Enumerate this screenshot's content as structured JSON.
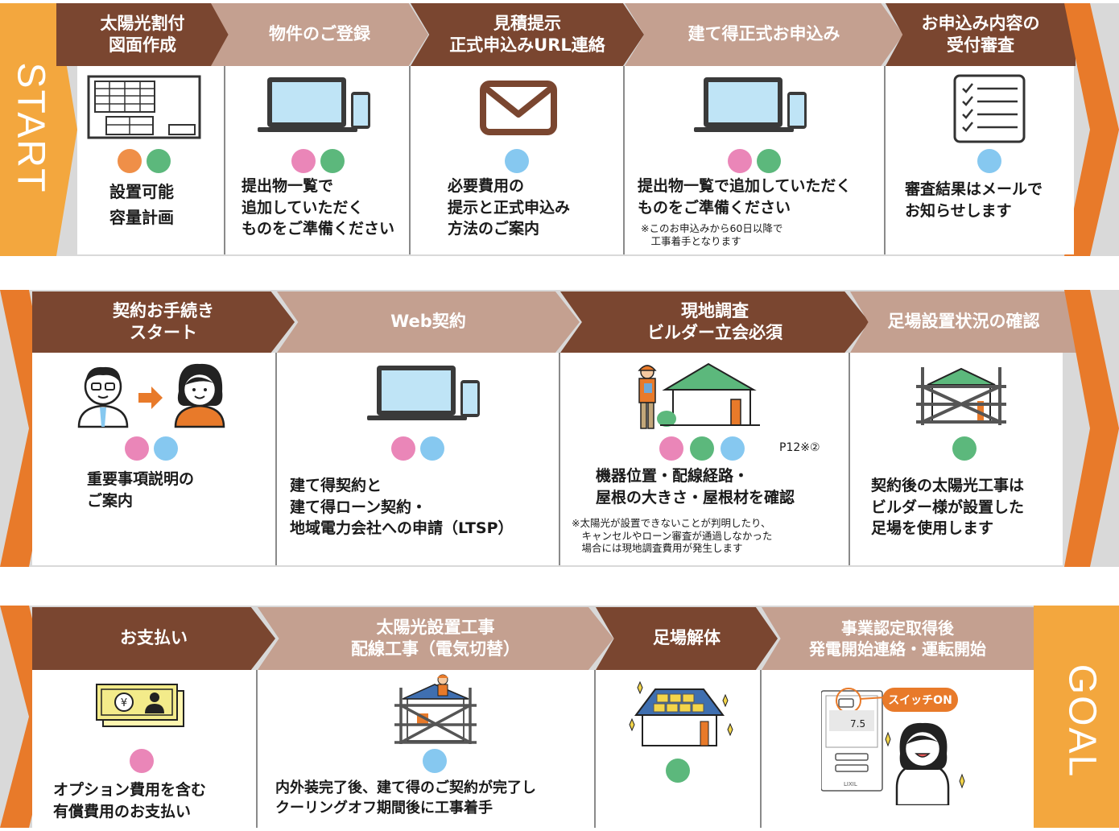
{
  "colors": {
    "orange": "#e87a2a",
    "dark_brown": "#7a4630",
    "light_brown": "#c4a090",
    "pink": "#ea86b8",
    "green": "#5cb87c",
    "blue": "#86c8f0",
    "dot_orange": "#ef8f48"
  },
  "start_label": "START",
  "goal_label": "GOAL",
  "row1": [
    {
      "title": [
        "太陽光割付",
        "図面作成"
      ],
      "icon": "floor-plan-icon",
      "dots": [
        "orange",
        "green"
      ],
      "body": [
        "設置可能",
        "容量計画"
      ],
      "note": []
    },
    {
      "title": [
        "物件のご登録"
      ],
      "icon": "laptop-phone-icon",
      "dots": [
        "pink",
        "green"
      ],
      "body": [
        "提出物一覧で",
        "追加していただく",
        "ものをご準備ください"
      ],
      "note": []
    },
    {
      "title": [
        "見積提示",
        "正式申込みURL連絡"
      ],
      "icon": "mail-icon",
      "dots": [
        "blue"
      ],
      "body": [
        "必要費用の",
        "提示と正式申込み",
        "方法のご案内"
      ],
      "note": []
    },
    {
      "title": [
        "建て得正式お申込み"
      ],
      "icon": "laptop-phone-icon",
      "dots": [
        "pink",
        "green"
      ],
      "body": [
        "提出物一覧で追加していただく",
        "ものをご準備ください"
      ],
      "note": [
        "※このお申込みから60日以降で",
        "　工事着手となります"
      ]
    },
    {
      "title": [
        "お申込み内容の",
        "受付審査"
      ],
      "icon": "checklist-icon",
      "dots": [
        "blue"
      ],
      "body": [
        "審査結果はメールで",
        "お知らせします"
      ],
      "note": []
    }
  ],
  "row2": [
    {
      "title": [
        "契約お手続き",
        "スタート"
      ],
      "icon": "handover-people-icon",
      "dots": [
        "pink",
        "blue"
      ],
      "body": [
        "重要事項説明の",
        "ご案内"
      ],
      "note": []
    },
    {
      "title": [
        "Web契約"
      ],
      "icon": "laptop-phone-icon",
      "dots": [
        "pink",
        "blue"
      ],
      "body": [
        "建て得契約と",
        "建て得ローン契約・",
        "地域電力会社への申請（LTSP）"
      ],
      "note": []
    },
    {
      "title": [
        "現地調査",
        "ビルダー立会必須"
      ],
      "icon": "site-survey-icon",
      "dots": [
        "pink",
        "green",
        "blue"
      ],
      "ref": "P12※②",
      "body": [
        "機器位置・配線経路・",
        "屋根の大きさ・屋根材を確認"
      ],
      "note": [
        "※太陽光が設置できないことが判明したり、",
        "　キャンセルやローン審査が通過しなかった",
        "　場合には現地調査費用が発生します"
      ]
    },
    {
      "title": [
        "足場設置状況の確認"
      ],
      "icon": "scaffold-house-icon",
      "dots": [
        "green"
      ],
      "body": [
        "契約後の太陽光工事は",
        "ビルダー様が設置した",
        "足場を使用します"
      ],
      "note": []
    }
  ],
  "row3": [
    {
      "title": [
        "お支払い"
      ],
      "icon": "yen-bill-icon",
      "dots": [
        "pink"
      ],
      "body": [
        "オプション費用を含む",
        "有償費用のお支払い"
      ],
      "note": []
    },
    {
      "title": [
        "太陽光設置工事",
        "配線工事（電気切替）"
      ],
      "icon": "solar-install-icon",
      "dots": [
        "blue"
      ],
      "body": [
        "内外装完了後、建て得のご契約が完了し",
        "クーリングオフ期間後に工事着手"
      ],
      "note": []
    },
    {
      "title": [
        "足場解体"
      ],
      "icon": "solar-house-icon",
      "dots": [
        "green"
      ],
      "body": [],
      "note": []
    },
    {
      "title": [
        "事業認定取得後",
        "発電開始連絡・運転開始"
      ],
      "icon": "switch-on-icon",
      "dots": [],
      "body": [],
      "note": [],
      "callout": "スイッチON",
      "display": "7.5",
      "brand": "LIXIL"
    }
  ]
}
